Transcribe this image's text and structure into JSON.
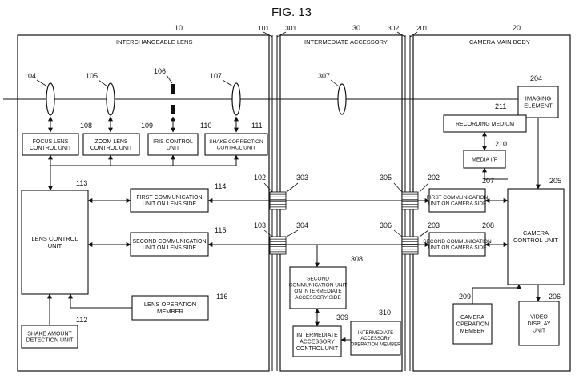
{
  "figure": {
    "title": "FIG. 13"
  },
  "sections": {
    "lens": {
      "ref": "10",
      "label": "INTERCHANGEABLE LENS"
    },
    "accessory": {
      "ref": "30",
      "label": "INTERMEDIATE ACCESSORY"
    },
    "camera": {
      "ref": "20",
      "label": "CAMERA MAIN BODY"
    }
  },
  "mounts": {
    "m101": "101",
    "m301": "301",
    "m302": "302",
    "m201": "201"
  },
  "optics": {
    "o104": "104",
    "o105": "105",
    "o106": "106",
    "o107": "107",
    "o307": "307"
  },
  "contacts": {
    "c102": "102",
    "c103": "103",
    "c303": "303",
    "c304": "304",
    "c305": "305",
    "c306": "306",
    "c202": "202",
    "c203": "203"
  },
  "blocks": {
    "focus": {
      "ref": "108",
      "lines": [
        "FOCUS LENS",
        "CONTROL UNIT"
      ]
    },
    "zoom": {
      "ref": "109",
      "lines": [
        "ZOOM LENS",
        "CONTROL UNIT"
      ]
    },
    "iris": {
      "ref": "110",
      "lines": [
        "IRIS CONTROL",
        "UNIT"
      ]
    },
    "shake_ctl": {
      "ref": "111",
      "lines": [
        "SHAKE CORRECTION",
        "CONTROL UNIT"
      ]
    },
    "lens_ctl": {
      "ref": "113",
      "lines": [
        "LENS CONTROL",
        "UNIT"
      ]
    },
    "comm1_lens": {
      "ref": "114",
      "lines": [
        "FIRST COMMUNICATION",
        "UNIT ON LENS SIDE"
      ]
    },
    "comm2_lens": {
      "ref": "115",
      "lines": [
        "SECOND COMMUNICATION",
        "UNIT ON LENS SIDE"
      ]
    },
    "lens_op": {
      "ref": "116",
      "lines": [
        "LENS OPERATION",
        "MEMBER"
      ]
    },
    "shake_det": {
      "ref": "112",
      "lines": [
        "SHAKE AMOUNT",
        "DETECTION UNIT"
      ]
    },
    "comm2_acc": {
      "ref": "308",
      "lines": [
        "SECOND",
        "COMMUNICATION UNIT",
        "ON INTERMEDIATE",
        "ACCESSORY SIDE"
      ]
    },
    "acc_ctl": {
      "ref": "309",
      "lines": [
        "INTERMEDIATE",
        "ACCESSORY",
        "CONTROL UNIT"
      ]
    },
    "acc_op": {
      "ref": "310",
      "lines": [
        "INTERMEDIATE",
        "ACCESSORY",
        "OPERATION MEMBER"
      ]
    },
    "imaging": {
      "ref": "204",
      "lines": [
        "IMAGING",
        "ELEMENT"
      ]
    },
    "recording": {
      "ref": "211",
      "lines": [
        "RECORDING MEDIUM"
      ]
    },
    "media_if": {
      "ref": "210",
      "lines": [
        "MEDIA I/F"
      ]
    },
    "comm1_cam": {
      "ref": "207",
      "lines": [
        "FIRST COMMUNICATION",
        "UNIT ON CAMERA SIDE"
      ]
    },
    "comm2_cam": {
      "ref": "208",
      "lines": [
        "SECOND COMMUNICATION",
        "UNIT ON CAMERA SIDE"
      ]
    },
    "cam_ctl": {
      "ref": "205",
      "lines": [
        "CAMERA",
        "CONTROL UNIT"
      ]
    },
    "cam_op": {
      "ref": "209",
      "lines": [
        "CAMERA",
        "OPERATION",
        "MEMBER"
      ]
    },
    "video": {
      "ref": "206",
      "lines": [
        "VIDEO",
        "DISPLAY",
        "UNIT"
      ]
    }
  }
}
